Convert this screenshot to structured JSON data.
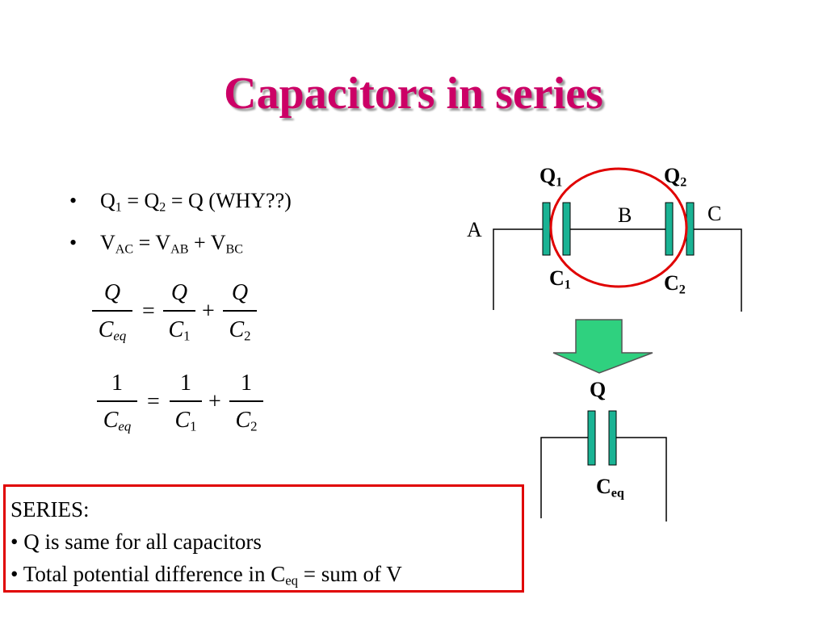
{
  "slide": {
    "title": "Capacitors in series",
    "bullets": [
      {
        "marker": "•",
        "parts": [
          "Q",
          "1",
          " = Q",
          "2",
          " = Q (WHY??)"
        ]
      },
      {
        "marker": "•",
        "parts": [
          "V",
          "AC",
          " = V",
          "AB",
          " + V",
          "BC"
        ]
      }
    ],
    "equation1": {
      "lhs_num": "Q",
      "lhs_den": "C",
      "lhs_den_sub": "eq",
      "equals": "=",
      "t1_num": "Q",
      "t1_den": "C",
      "t1_den_sub": "1",
      "plus": "+",
      "t2_num": "Q",
      "t2_den": "C",
      "t2_den_sub": "2"
    },
    "equation2": {
      "lhs_num": "1",
      "lhs_den": "C",
      "lhs_den_sub": "eq",
      "equals": "=",
      "t1_num": "1",
      "t1_den": "C",
      "t1_den_sub": "1",
      "plus": "+",
      "t2_num": "1",
      "t2_den": "C",
      "t2_den_sub": "2"
    },
    "circuit_top": {
      "node_a": "A",
      "node_b": "B",
      "node_c": "C",
      "q1": "Q",
      "q1_sub": "1",
      "q2": "Q",
      "q2_sub": "2",
      "c1": "C",
      "c1_sub": "1",
      "c2": "C",
      "c2_sub": "2"
    },
    "circuit_bottom": {
      "q": "Q",
      "ceq": "C",
      "ceq_sub": "eq"
    },
    "summary": {
      "heading": "SERIES:",
      "line1": "• Q is same for all capacitors",
      "line2_pre": "• Total potential difference in C",
      "line2_sub": "eq",
      "line2_post": " = sum of V"
    },
    "colors": {
      "title": "#cc0066",
      "plate": "#1ab394",
      "circle": "#e00000",
      "box_border": "#e00000"
    }
  }
}
